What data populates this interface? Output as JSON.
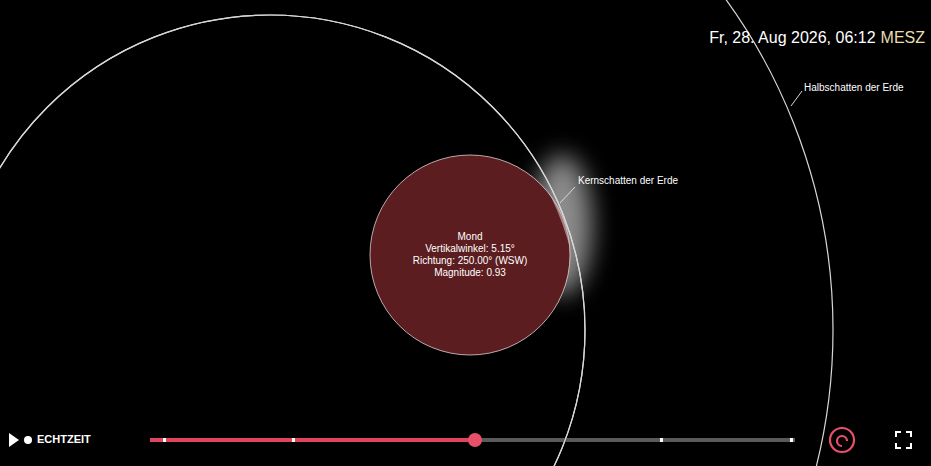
{
  "diagram": {
    "nodes": [
      {
        "text": [
          "Mond",
          "Vertikalwinkel: 5.15°",
          "Richtung: 250.00° (WSW)",
          "Magnitude: 0.93"
        ]
      }
    ],
    "labels": [
      "Fr, 28. Aug 2026, 06:12",
      "MESZ",
      "Halbschatten der Erde",
      "Kernschatten der Erde",
      "ECHTZEIT"
    ]
  }
}
